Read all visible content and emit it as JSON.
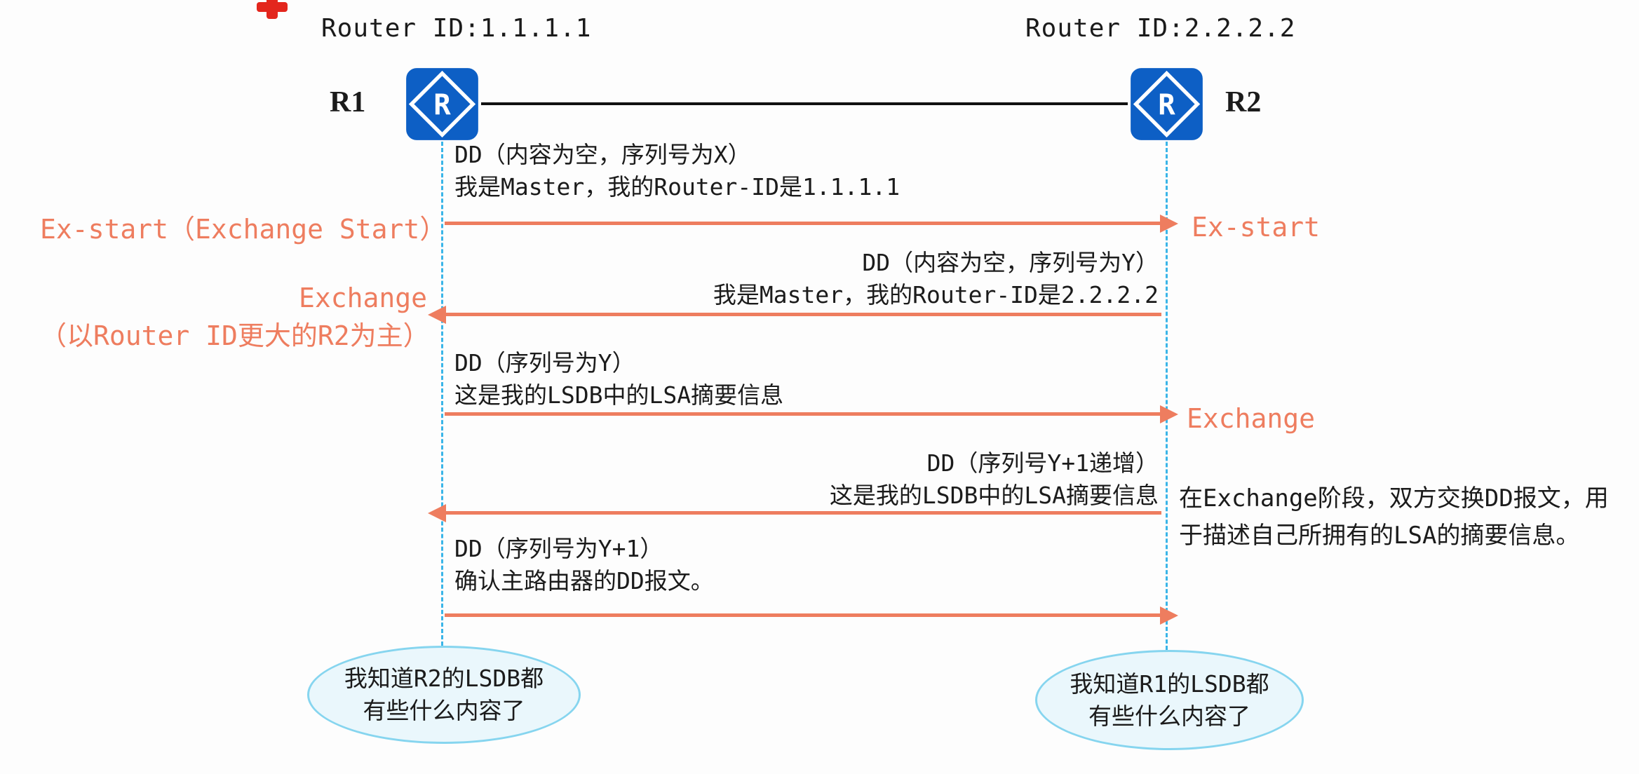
{
  "colors": {
    "arrow": "#ee7d5f",
    "phase_label": "#ee7d5f",
    "lifeline": "#3ab5e8",
    "router_fill": "#0d5fc5",
    "bubble_fill": "#eaf7fc",
    "bubble_border": "#86d5ef",
    "text": "#1b1b1b"
  },
  "routers": [
    {
      "name": "R1",
      "router_id": "Router ID:1.1.1.1",
      "icon_glyph": "R"
    },
    {
      "name": "R2",
      "router_id": "Router ID:2.2.2.2",
      "icon_glyph": "R"
    }
  ],
  "messages": [
    {
      "from": "R1",
      "to": "R2",
      "line1": "DD（内容为空，序列号为X）",
      "line2": "我是Master，我的Router-ID是1.1.1.1"
    },
    {
      "from": "R2",
      "to": "R1",
      "line1": "DD（内容为空，序列号为Y）",
      "line2": "我是Master，我的Router-ID是2.2.2.2"
    },
    {
      "from": "R1",
      "to": "R2",
      "line1": "DD（序列号为Y）",
      "line2": "这是我的LSDB中的LSA摘要信息"
    },
    {
      "from": "R2",
      "to": "R1",
      "line1": "DD（序列号Y+1递增）",
      "line2": "这是我的LSDB中的LSA摘要信息"
    },
    {
      "from": "R1",
      "to": "R2",
      "line1": "DD（序列号为Y+1）",
      "line2": "确认主路由器的DD报文。"
    }
  ],
  "phases": {
    "left_exstart": "Ex-start（Exchange Start）",
    "right_exstart": "Ex-start",
    "left_exchange_line1": "Exchange",
    "left_exchange_line2": "（以Router ID更大的R2为主）",
    "right_exchange": "Exchange"
  },
  "note": {
    "line1": "在Exchange阶段，双方交换DD报文，用",
    "line2": "于描述自己所拥有的LSA的摘要信息。"
  },
  "bubbles": [
    {
      "line1": "我知道R2的LSDB都",
      "line2": "有些什么内容了"
    },
    {
      "line1": "我知道R1的LSDB都",
      "line2": "有些什么内容了"
    }
  ]
}
